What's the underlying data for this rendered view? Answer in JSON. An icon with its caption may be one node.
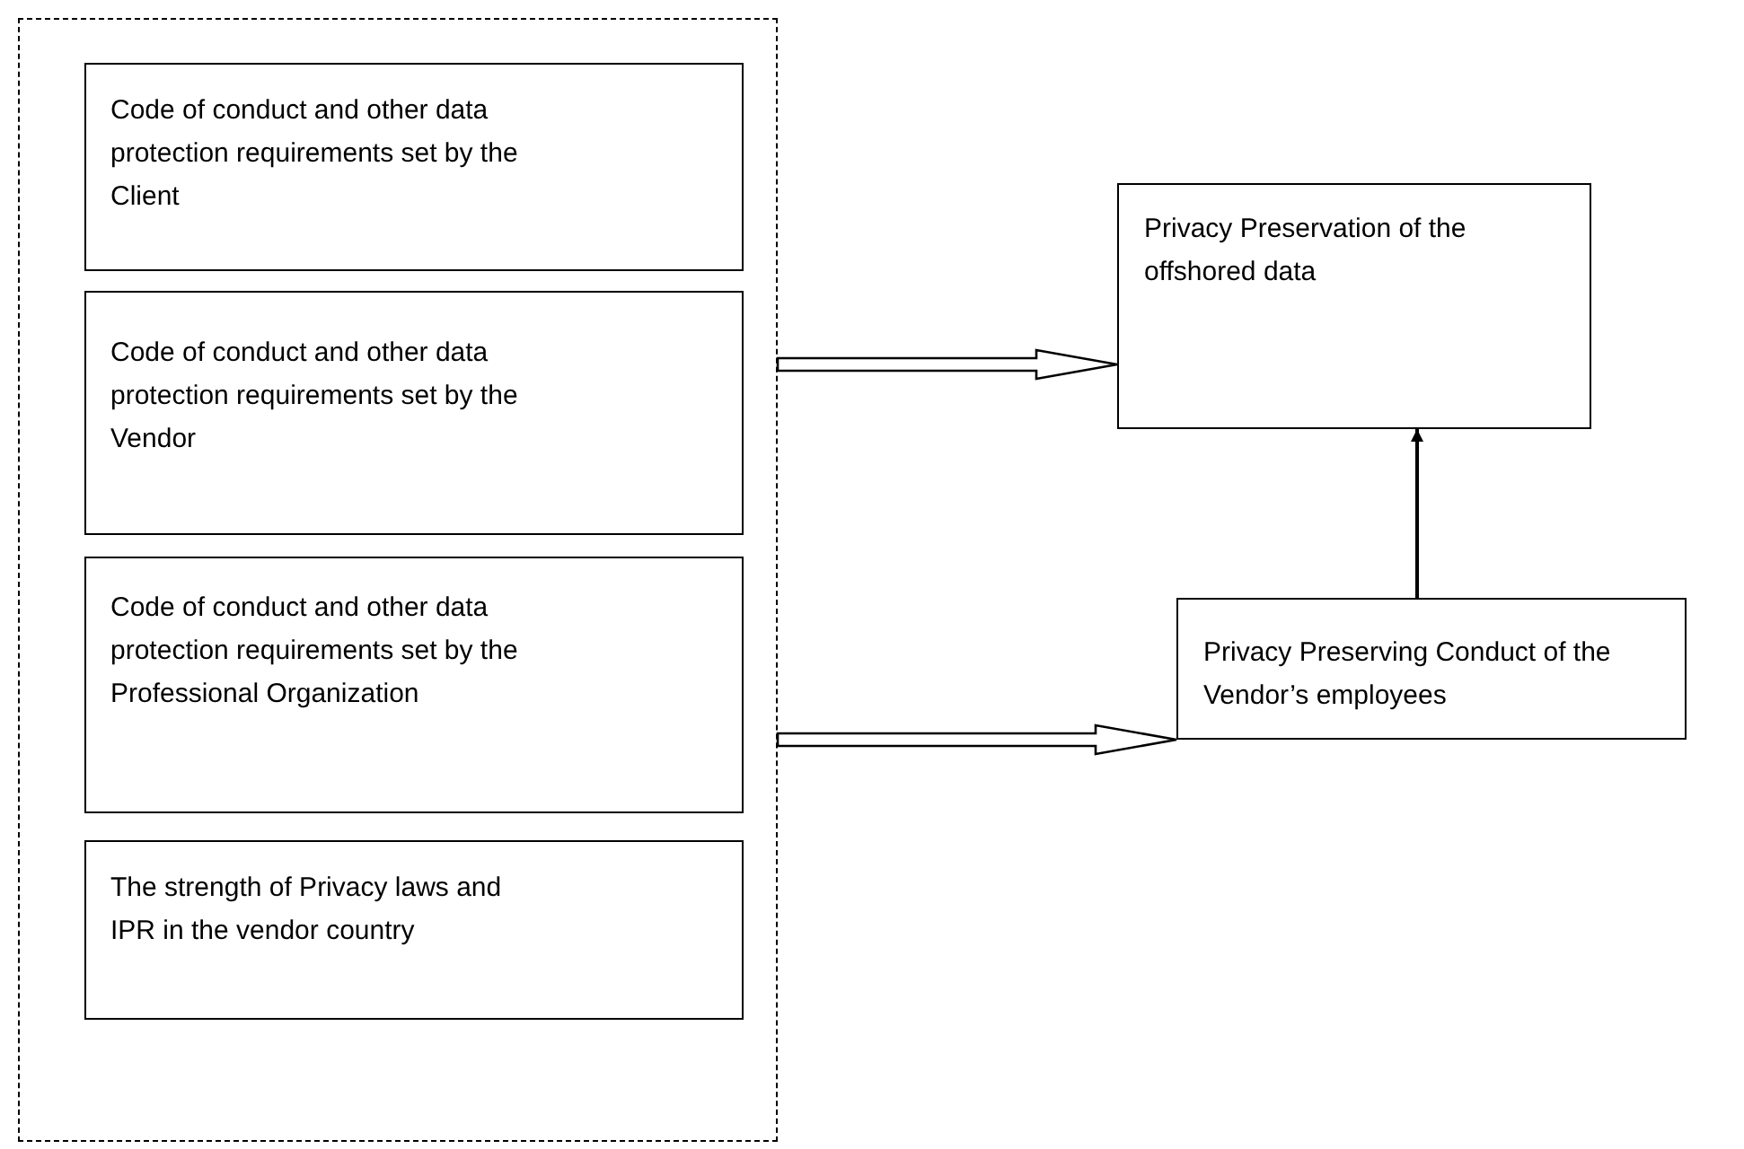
{
  "diagram": {
    "nodes": [
      {
        "text": [],
        "shape": "box"
      },
      {
        "text": [
          "Code of conduct and other data protection requirements set by the Client"
        ],
        "in": 0
      },
      {
        "text": [
          "Code of conduct and other data protection requirements set by the Vendor"
        ],
        "in": 0
      },
      {
        "text": [
          "Code of conduct and other data protection requirements set by the Professional Organization"
        ],
        "in": 0
      },
      {
        "text": [
          "The strength of Privacy laws and IPR in the vendor country"
        ],
        "in": 0
      },
      {
        "text": [
          "Privacy Preservation of the offshored data"
        ]
      },
      {
        "text": [
          "Privacy Preserving Conduct of the Vendor’s employees"
        ]
      }
    ],
    "edges": [
      {
        "from": 0,
        "to": 5,
        "arrow": "to",
        "style": "thick"
      },
      {
        "from": 0,
        "to": 6,
        "arrow": "to",
        "style": "thick"
      },
      {
        "from": 6,
        "to": 5,
        "arrow": "to"
      }
    ]
  }
}
